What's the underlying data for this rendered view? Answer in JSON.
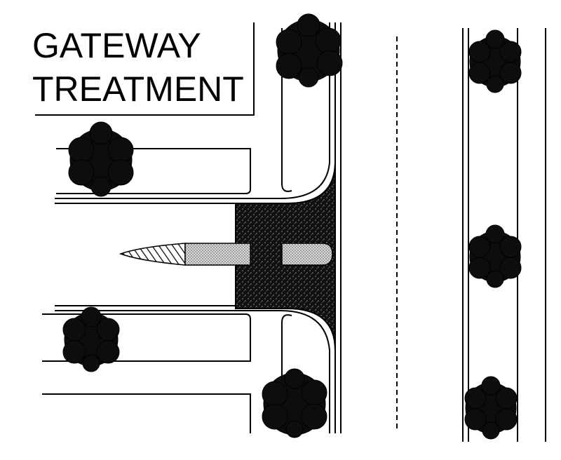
{
  "title": {
    "line1": "GATEWAY",
    "line2": "TREATMENT"
  },
  "colors": {
    "ink": "#000000",
    "background": "#ffffff",
    "pavement_texture": "#1a1a1a",
    "island_fill": "#bdbdbd"
  },
  "elements": {
    "trees": [
      "tree",
      "tree",
      "tree",
      "tree",
      "tree",
      "tree",
      "tree"
    ],
    "paving": "textured-pavement",
    "median_island": "splitter-island",
    "centerline": "dashed-centerline"
  }
}
